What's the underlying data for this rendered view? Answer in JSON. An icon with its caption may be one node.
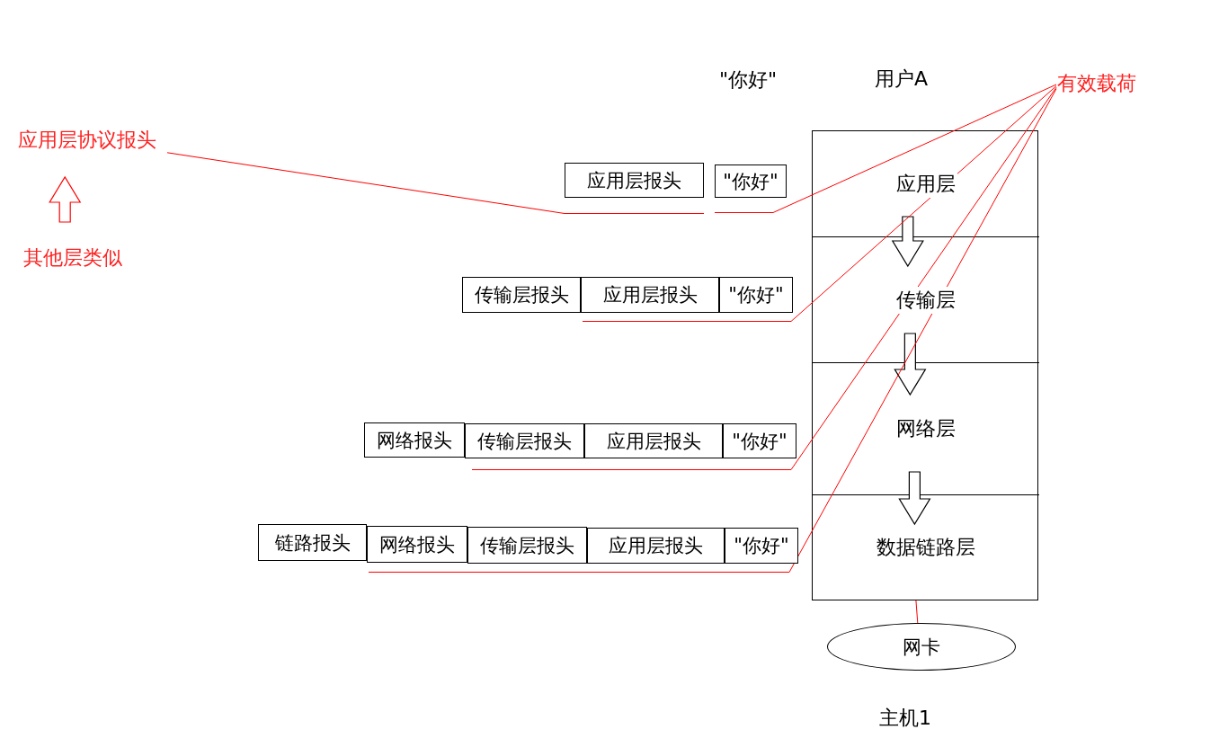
{
  "diagram": {
    "nodes": [
      {
        "text": [
          "用户A"
        ]
      },
      {
        "text": [
          "应用层"
        ],
        "in": 0
      },
      {
        "text": [
          "传输层"
        ],
        "in": 0
      },
      {
        "text": [
          "网络层"
        ],
        "in": 0
      },
      {
        "text": [
          "数据链路层"
        ],
        "in": 0
      },
      {
        "text": [
          "网卡"
        ]
      },
      {
        "text": [
          "应用层报头"
        ]
      },
      {
        "text": [
          "\"你好\""
        ]
      },
      {
        "text": [
          "传输层报头"
        ]
      },
      {
        "text": [
          "应用层报头"
        ]
      },
      {
        "text": [
          "\"你好\""
        ]
      },
      {
        "text": [
          "网络报头"
        ]
      },
      {
        "text": [
          "传输层报头"
        ]
      },
      {
        "text": [
          "应用层报头"
        ]
      },
      {
        "text": [
          "\"你好\""
        ]
      },
      {
        "text": [
          "链路报头"
        ]
      },
      {
        "text": [
          "网络报头"
        ]
      },
      {
        "text": [
          "传输层报头"
        ]
      },
      {
        "text": [
          "应用层报头"
        ]
      },
      {
        "text": [
          "\"你好\""
        ]
      },
      {
        "text": [
          "有效载荷"
        ]
      },
      {
        "text": [
          "应用层协议报头"
        ]
      },
      {
        "text": [],
        "shape": "line"
      },
      {
        "text": [],
        "shape": "line"
      },
      {
        "text": [],
        "shape": "line"
      },
      {
        "text": [],
        "shape": "line"
      },
      {
        "text": [],
        "shape": "line"
      },
      {
        "text": [
          "其他层类似"
        ]
      }
    ],
    "edges": [
      {
        "from": 1,
        "to": 2,
        "arrow": "to"
      },
      {
        "from": 2,
        "to": 3,
        "arrow": "to"
      },
      {
        "from": 3,
        "to": 4,
        "arrow": "to"
      },
      {
        "from": 0,
        "to": 5,
        "arrow": "none",
        "color": "#ff0000"
      },
      {
        "from": 20,
        "to": 23,
        "arrow": "none",
        "color": "#ff0000"
      },
      {
        "from": 20,
        "to": 24,
        "arrow": "none",
        "color": "#ff0000"
      },
      {
        "from": 20,
        "to": 25,
        "arrow": "none",
        "color": "#ff0000"
      },
      {
        "from": 20,
        "to": 26,
        "arrow": "none",
        "color": "#ff0000"
      },
      {
        "from": 21,
        "to": 22,
        "arrow": "none",
        "color": "#ff0000"
      },
      {
        "from": 27,
        "to": 21,
        "arrow": "to",
        "color": "#ff0000"
      }
    ],
    "labels": [
      "\"你好\"",
      "主机1"
    ]
  }
}
